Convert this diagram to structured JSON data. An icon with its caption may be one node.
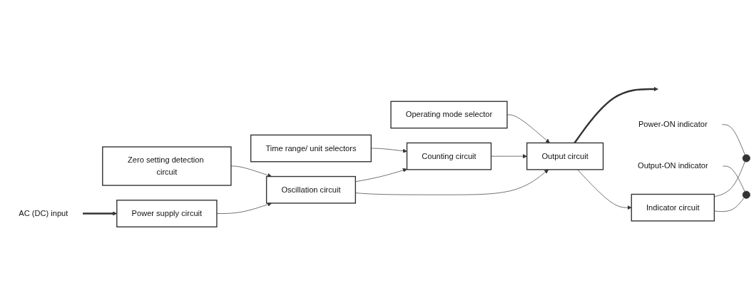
{
  "diagram": {
    "nodes": [
      {
        "text": [
          "AC (DC) input"
        ]
      },
      {
        "text": [
          "Zero setting detection circuit"
        ]
      },
      {
        "text": [
          "Time range/ unit selectors"
        ]
      },
      {
        "text": [
          "Operating mode selector"
        ]
      },
      {
        "text": [
          "Power supply circuit"
        ]
      },
      {
        "text": [
          "Oscillation circuit"
        ]
      },
      {
        "text": [
          "Counting circuit"
        ]
      },
      {
        "text": [
          "Output circuit"
        ]
      },
      {
        "text": [
          "Indicator circuit"
        ]
      },
      {
        "text": [],
        "shape": "diode"
      },
      {
        "text": [],
        "shape": "diode"
      },
      {
        "text": [
          "Power-ON indicator"
        ]
      },
      {
        "text": [
          "Output-ON indicator"
        ]
      }
    ],
    "edges": [
      {
        "from": 0,
        "to": 4,
        "arrow": "to",
        "style": "thick"
      },
      {
        "from": 4,
        "to": 5,
        "arrow": "to"
      },
      {
        "from": 1,
        "to": 5,
        "arrow": "to"
      },
      {
        "from": 5,
        "to": 6,
        "arrow": "to"
      },
      {
        "from": 2,
        "to": 6,
        "arrow": "to"
      },
      {
        "from": 6,
        "to": 7,
        "arrow": "to"
      },
      {
        "from": 5,
        "to": 7,
        "arrow": "to"
      },
      {
        "from": 3,
        "to": 7,
        "arrow": "to"
      },
      {
        "from": 7,
        "to": null,
        "arrow": "to",
        "style": "thick"
      },
      {
        "from": 7,
        "to": 8,
        "arrow": "to"
      },
      {
        "from": 8,
        "to": 9,
        "arrow": "none"
      },
      {
        "from": 8,
        "to": 10,
        "arrow": "none"
      },
      {
        "from": 11,
        "to": 9,
        "arrow": "none"
      },
      {
        "from": 12,
        "to": 10,
        "arrow": "none"
      }
    ]
  }
}
